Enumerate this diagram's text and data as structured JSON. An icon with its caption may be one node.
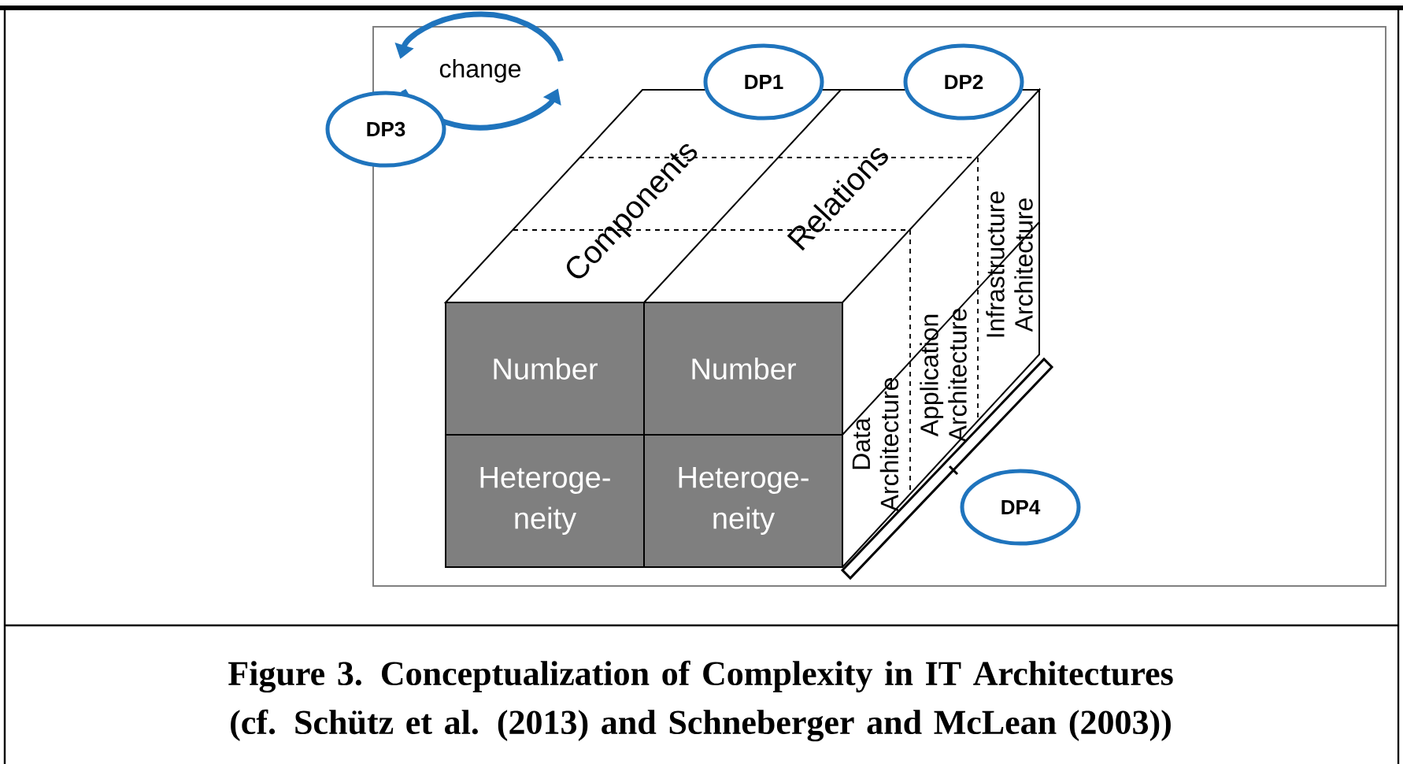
{
  "diagram": {
    "caption": "Figure 3. Conceptualization of Complexity in IT Architectures (cf. Schütz et al. (2013) and Schneberger and McLean (2003))",
    "nodes": [
      {
        "text": [
          "DP1"
        ]
      },
      {
        "text": [
          "DP2"
        ]
      },
      {
        "text": [
          "DP3"
        ]
      },
      {
        "text": [
          "Number"
        ]
      },
      {
        "text": [
          "Number"
        ]
      },
      {
        "text": [
          "Heteroge- neity"
        ]
      },
      {
        "text": [
          "Heteroge- neity"
        ]
      },
      {
        "text": [
          "DP4"
        ]
      }
    ],
    "labels": [
      "change",
      "Components",
      "Relations",
      "Data Architecture",
      "Application Architecture",
      "Infrastructure Architecture"
    ]
  }
}
